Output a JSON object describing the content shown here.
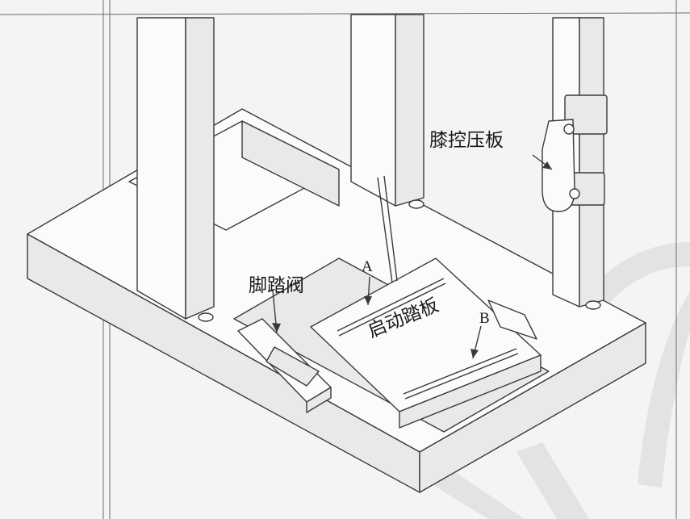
{
  "labels": {
    "knee_plate": "膝控压板",
    "foot_valve": "脚踏阀",
    "start_pedal": "启动踏板",
    "point_a": "A",
    "point_b": "B"
  },
  "colors": {
    "line": "#3a3a3a",
    "paper": "#f4f4f2",
    "ghost_watermark": "#e3e3e3"
  }
}
